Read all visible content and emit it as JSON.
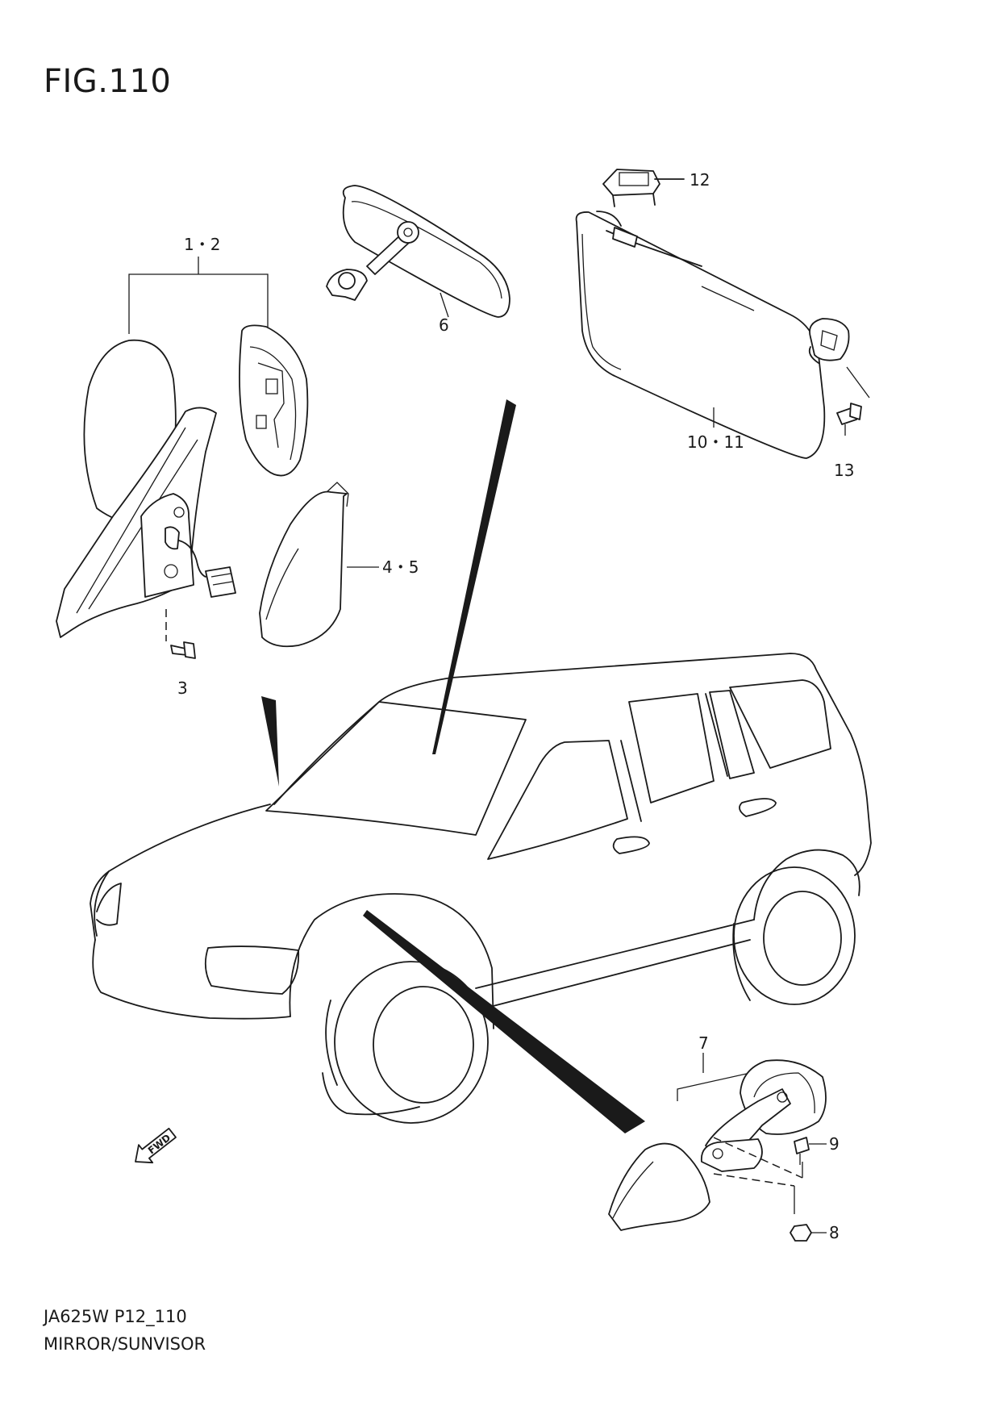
{
  "figure": {
    "title": "FIG.110",
    "code": "JA625W P12_110",
    "name": "MIRROR/SUNVISOR"
  },
  "callouts": {
    "c1_2": "1・2",
    "c3": "3",
    "c4_5": "4・5",
    "c6": "6",
    "c7": "7",
    "c8": "8",
    "c9": "9",
    "c10_11": "10・11",
    "c12": "12",
    "c13": "13"
  },
  "fwd_arrow": {
    "label": "FWD"
  },
  "colors": {
    "line": "#1a1a1a",
    "background": "#ffffff"
  }
}
